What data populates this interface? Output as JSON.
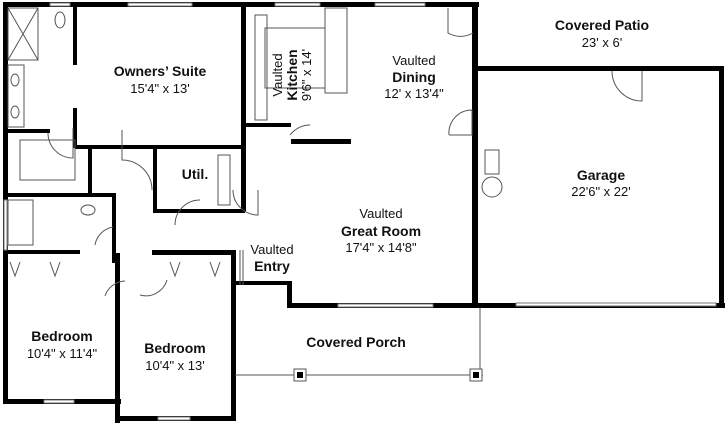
{
  "rooms": {
    "owners_suite": {
      "name": "Owners’ Suite",
      "size": "15'4\" x 13'"
    },
    "kitchen": {
      "prefix": "Vaulted",
      "name": "Kitchen",
      "size": "9'6\" x 14'"
    },
    "dining": {
      "prefix": "Vaulted",
      "name": "Dining",
      "size": "12' x 13'4\""
    },
    "patio": {
      "name": "Covered Patio",
      "size": "23' x 6'"
    },
    "garage": {
      "name": "Garage",
      "size": "22'6\" x 22'"
    },
    "util": {
      "name": "Util."
    },
    "great_room": {
      "prefix": "Vaulted",
      "name": "Great Room",
      "size": "17'4\" x 14'8\""
    },
    "entry": {
      "prefix": "Vaulted",
      "name": "Entry"
    },
    "porch": {
      "name": "Covered Porch"
    },
    "bedroom1": {
      "name": "Bedroom",
      "size": "10'4\" x 11'4\""
    },
    "bedroom2": {
      "name": "Bedroom",
      "size": "10'4\" x 13'"
    }
  }
}
